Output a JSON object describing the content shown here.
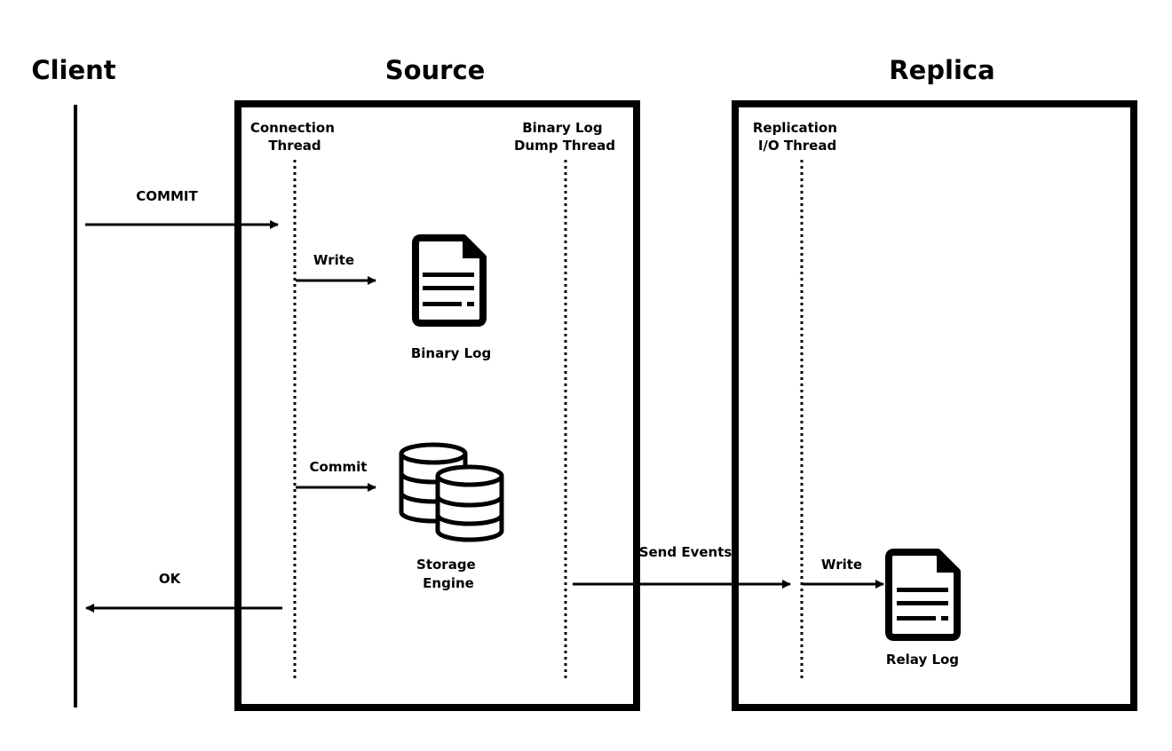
{
  "titles": {
    "client": "Client",
    "source": "Source",
    "replica": "Replica"
  },
  "threads": {
    "connection": [
      "Connection",
      "Thread"
    ],
    "binlog_dump": [
      "Binary Log",
      "Dump Thread"
    ],
    "replication_io": [
      "Replication",
      "I/O Thread"
    ]
  },
  "messages": {
    "commit_request": "COMMIT",
    "write_binlog": "Write",
    "commit_engine": "Commit",
    "ok": "OK",
    "send_events": "Send Events",
    "write_relay": "Write"
  },
  "components": {
    "binary_log": "Binary Log",
    "storage_engine": [
      "Storage",
      "Engine"
    ],
    "relay_log": "Relay Log"
  },
  "icons": {
    "binary_log": "document-icon",
    "storage_engine": "database-icon",
    "relay_log": "document-icon"
  },
  "colors": {
    "stroke": "#000000",
    "background": "#ffffff"
  }
}
